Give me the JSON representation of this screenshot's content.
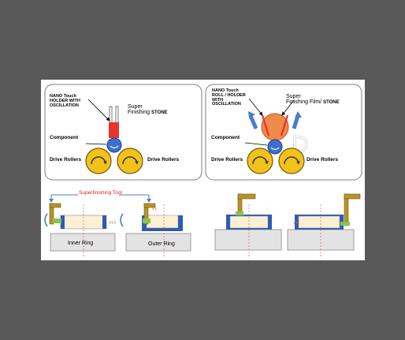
{
  "left_panel": {
    "tool_label_line1": "NANO Touch",
    "tool_label_line2": "HOLDER WITH",
    "tool_label_line3": "OSCILLATION",
    "stone_label_line1": "Super",
    "stone_label_line2a": "Finishing ",
    "stone_label_line2b": "STONE",
    "component_label": "Component",
    "drive_left": "Drive Rollers",
    "drive_right": "Drive Rollers"
  },
  "right_panel": {
    "tool_label_line1": "NANO Touch",
    "tool_label_line2": "ROLL / HOLDER",
    "tool_label_line3": "WITH",
    "tool_label_line4": "OSCILLATION",
    "film_label_line1": "Super",
    "film_label_line2a": "Finishing Film/ ",
    "film_label_line2b": "STONE",
    "component_label": "Component",
    "drive_left": "Drive Rollers",
    "drive_right": "Drive Rollers"
  },
  "bottom": {
    "tool_title": "Superfinishing Tool",
    "inner_ring": "Inner Ring",
    "outer_ring": "Outer Ring"
  },
  "colors": {
    "tool_red": "#e8332c",
    "component_blue": "#3d6fd1",
    "roller_yellow": "#f2c21b",
    "film_orange": "#f08a4b",
    "arm_olive": "#b8922a",
    "ring_blue": "#2d5bb5",
    "base_gray": "#e3e3e3"
  }
}
